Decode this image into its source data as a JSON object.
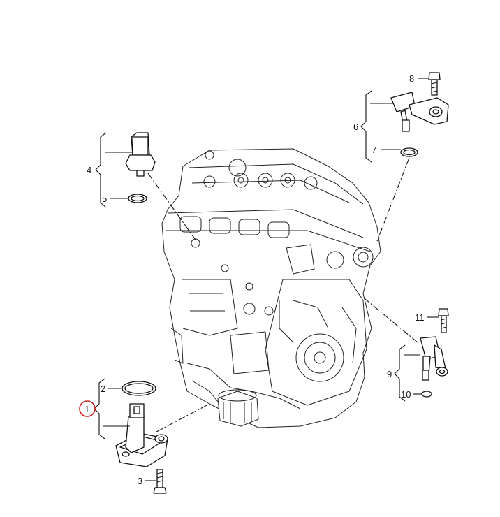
{
  "callouts": [
    {
      "id": "1",
      "text": "1",
      "highlighted": true
    },
    {
      "id": "2",
      "text": "2"
    },
    {
      "id": "3",
      "text": "3"
    },
    {
      "id": "4",
      "text": "4"
    },
    {
      "id": "5",
      "text": "5"
    },
    {
      "id": "6",
      "text": "6"
    },
    {
      "id": "7",
      "text": "7"
    },
    {
      "id": "8",
      "text": "8"
    },
    {
      "id": "9",
      "text": "9"
    },
    {
      "id": "10",
      "text": "10"
    },
    {
      "id": "11",
      "text": "11"
    }
  ],
  "colors": {
    "line": "#111111",
    "highlight_circle": "#cc2222",
    "watermark": "#cfdff2"
  }
}
